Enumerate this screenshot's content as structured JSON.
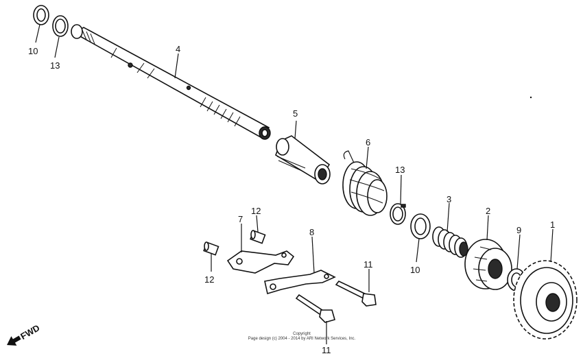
{
  "fwd_label": "FWD",
  "callouts": {
    "c1": "1",
    "c2": "2",
    "c3": "3",
    "c4": "4",
    "c5": "5",
    "c6": "6",
    "c7": "7",
    "c8": "8",
    "c9": "9",
    "c10a": "10",
    "c10b": "10",
    "c11a": "11",
    "c11b": "11",
    "c12a": "12",
    "c12b": "12",
    "c13a": "13",
    "c13b": "13"
  },
  "copyright": {
    "line1": "Copyright",
    "line2": "Page design (c) 2004 - 2014 by ARI Network Services, Inc."
  }
}
